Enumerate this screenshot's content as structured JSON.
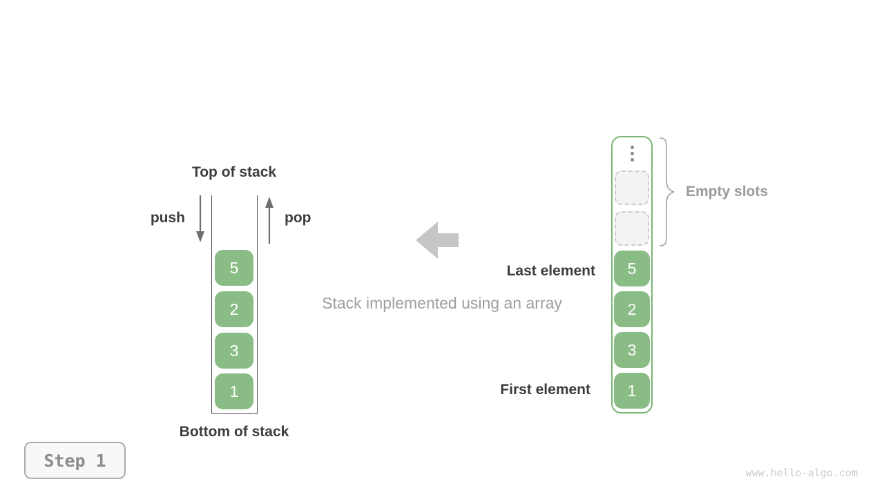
{
  "page": {
    "watermark": "www.hello-algo.com"
  },
  "step_badge": {
    "label": "Step 1"
  },
  "left_stack": {
    "top_label": "Top of stack",
    "bottom_label": "Bottom of stack",
    "push_label": "push",
    "pop_label": "pop",
    "values": [
      "5",
      "2",
      "3",
      "1"
    ]
  },
  "center": {
    "caption": "Stack implemented using an array"
  },
  "right_array": {
    "values": [
      "5",
      "2",
      "3",
      "1"
    ],
    "empty_slot_count": 2,
    "labels": {
      "empty_slots": "Empty slots",
      "last_element": "Last element",
      "first_element": "First element"
    }
  },
  "icons": {
    "push_arrow": "↓",
    "pop_arrow": "↑",
    "block_arrow_left": "←",
    "ellipsis": "⋮",
    "brace": "}"
  },
  "colors": {
    "block_green": "#8abc85",
    "container_border_green": "#77b573",
    "stack_wall_gray": "#4d4d4d",
    "label_dark": "#3d3d3d",
    "muted_gray": "#9a9a9a",
    "caption_gray": "#9e9e9e",
    "arrow_gray": "#6e6e6e",
    "block_arrow_gray": "#c6c6c6",
    "empty_slot_fill": "#f3f3f3",
    "empty_slot_border": "#cdcdcd",
    "watermark_gray": "#cccccc"
  }
}
